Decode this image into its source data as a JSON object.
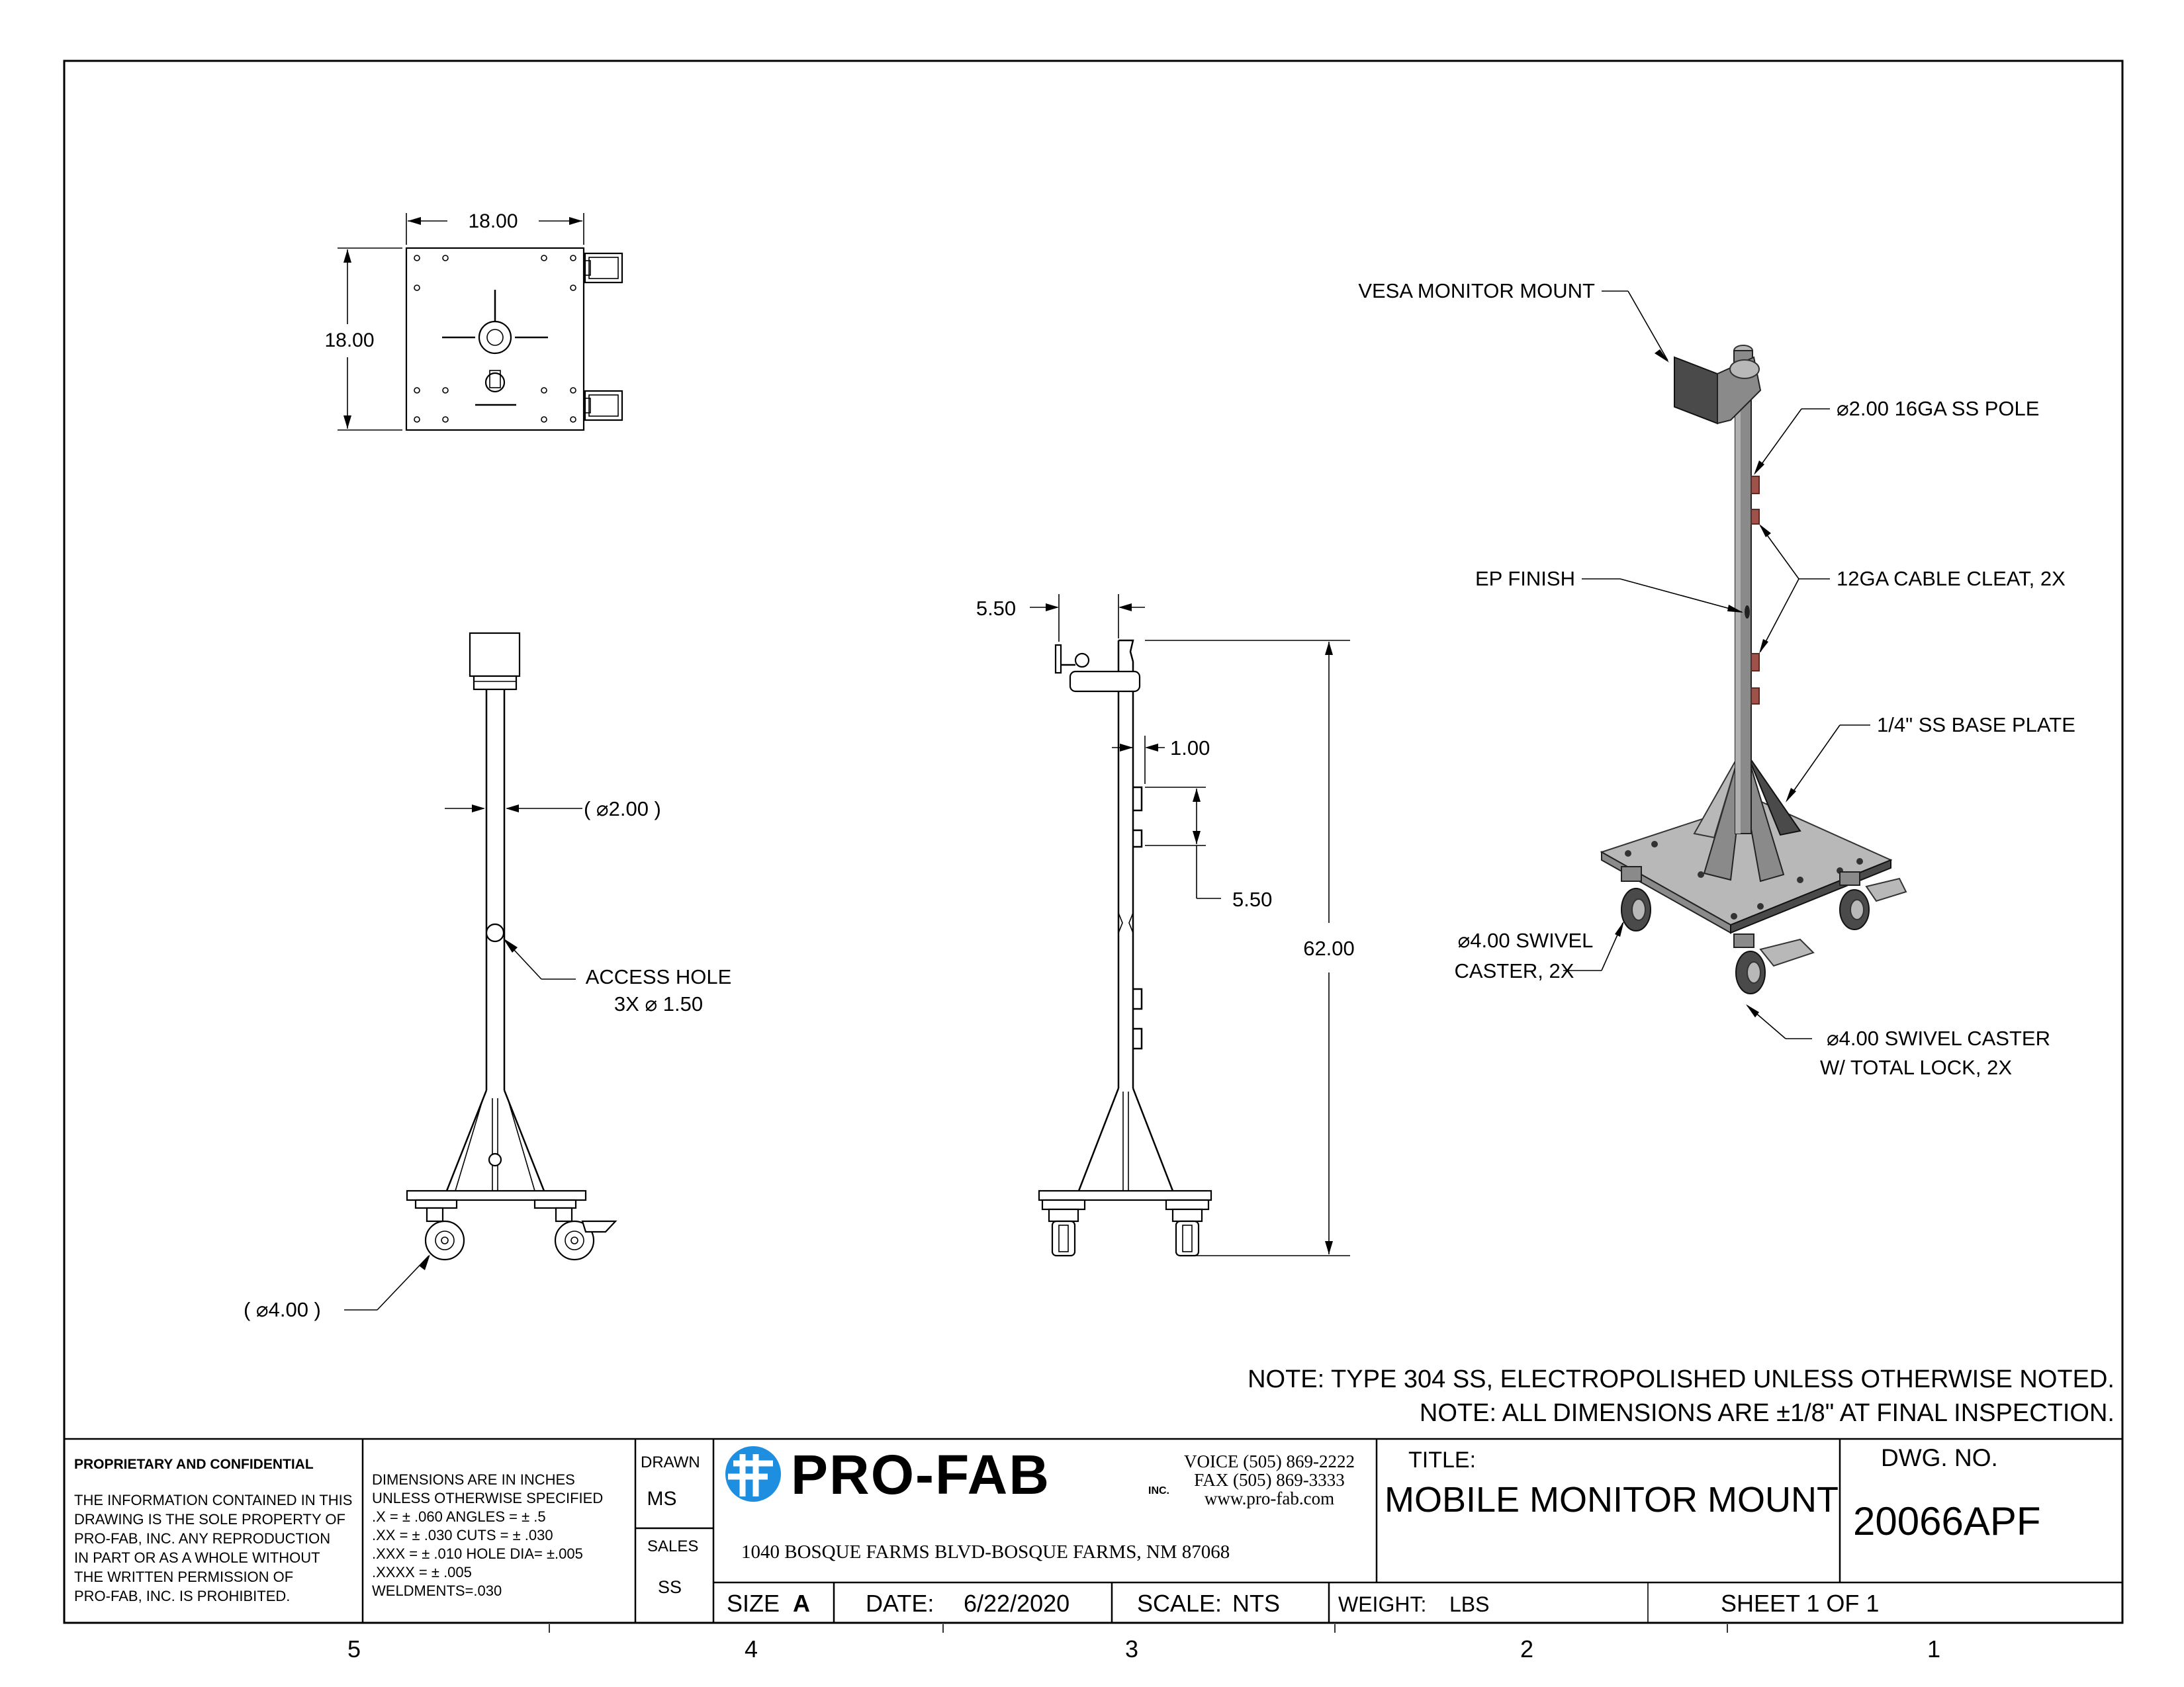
{
  "drawing": {
    "top_view": {
      "width_dim": "18.00",
      "height_dim": "18.00"
    },
    "front_view": {
      "pole_dia_dim": "( ⌀2.00 )",
      "access_hole_label_line1": "ACCESS HOLE",
      "access_hole_label_line2": "3X  ⌀ 1.50",
      "caster_dim": "( ⌀4.00 )"
    },
    "side_view": {
      "mount_offset_dim": "5.50",
      "cleat_width_dim": "1.00",
      "cleat_spacing_dim": "5.50",
      "overall_height_dim": "62.00"
    },
    "iso_view": {
      "vesa_label": "VESA MONITOR MOUNT",
      "pole_label": "⌀2.00 16GA SS POLE",
      "finish_label": "EP FINISH",
      "cleat_label": "12GA CABLE CLEAT, 2X",
      "base_label": "1/4\" SS BASE PLATE",
      "swivel_label_line1": "⌀4.00 SWIVEL",
      "swivel_label_line2": "CASTER, 2X",
      "lock_label_line1": "⌀4.00 SWIVEL CASTER",
      "lock_label_line2": "W/ TOTAL LOCK, 2X"
    },
    "notes": [
      "NOTE: TYPE 304 SS, ELECTROPOLISHED UNLESS OTHERWISE NOTED.",
      "NOTE: ALL DIMENSIONS ARE  ±1/8\" AT FINAL INSPECTION."
    ]
  },
  "title_block": {
    "proprietary": {
      "heading": "PROPRIETARY AND CONFIDENTIAL",
      "lines": [
        "THE INFORMATION CONTAINED IN THIS",
        "DRAWING IS THE SOLE PROPERTY OF",
        "PRO-FAB, INC.  ANY REPRODUCTION",
        "IN PART OR AS A WHOLE WITHOUT",
        "THE WRITTEN PERMISSION OF",
        "PRO-FAB, INC. IS PROHIBITED."
      ]
    },
    "tolerances": {
      "lines": [
        "DIMENSIONS ARE IN INCHES",
        "UNLESS OTHERWISE SPECIFIED",
        ".X = ± .060      ANGLES =  ± .5",
        ".XX = ± .030     CUTS =  ± .030",
        ".XXX = ± .010    HOLE DIA= ±.005",
        ".XXXX = ± .005",
        "WELDMENTS=.030"
      ]
    },
    "drawn_label": "DRAWN",
    "drawn_value": "MS",
    "sales_label": "SALES",
    "sales_value": "SS",
    "company": {
      "name": "PRO-FAB",
      "suffix": "INC.",
      "voice": "VOICE (505) 869-2222",
      "fax": "FAX (505) 869-3333",
      "web": "www.pro-fab.com",
      "address": "1040 BOSQUE FARMS BLVD-BOSQUE FARMS, NM 87068"
    },
    "title_label": "TITLE:",
    "title_value": "MOBILE MONITOR MOUNT",
    "dwg_label": "DWG.  NO.",
    "dwg_value": "20066APF",
    "size_label": "SIZE",
    "size_value": "A",
    "date_label": "DATE:",
    "date_value": "6/22/2020",
    "scale_label": "SCALE:",
    "scale_value": "NTS",
    "weight_label": "WEIGHT:",
    "weight_value": "LBS",
    "sheet": "SHEET 1 OF 1"
  },
  "zones": [
    "5",
    "4",
    "3",
    "2",
    "1"
  ],
  "colors": {
    "brand_blue": "#1e8fe0",
    "cleat_copper": "#a0524a"
  }
}
